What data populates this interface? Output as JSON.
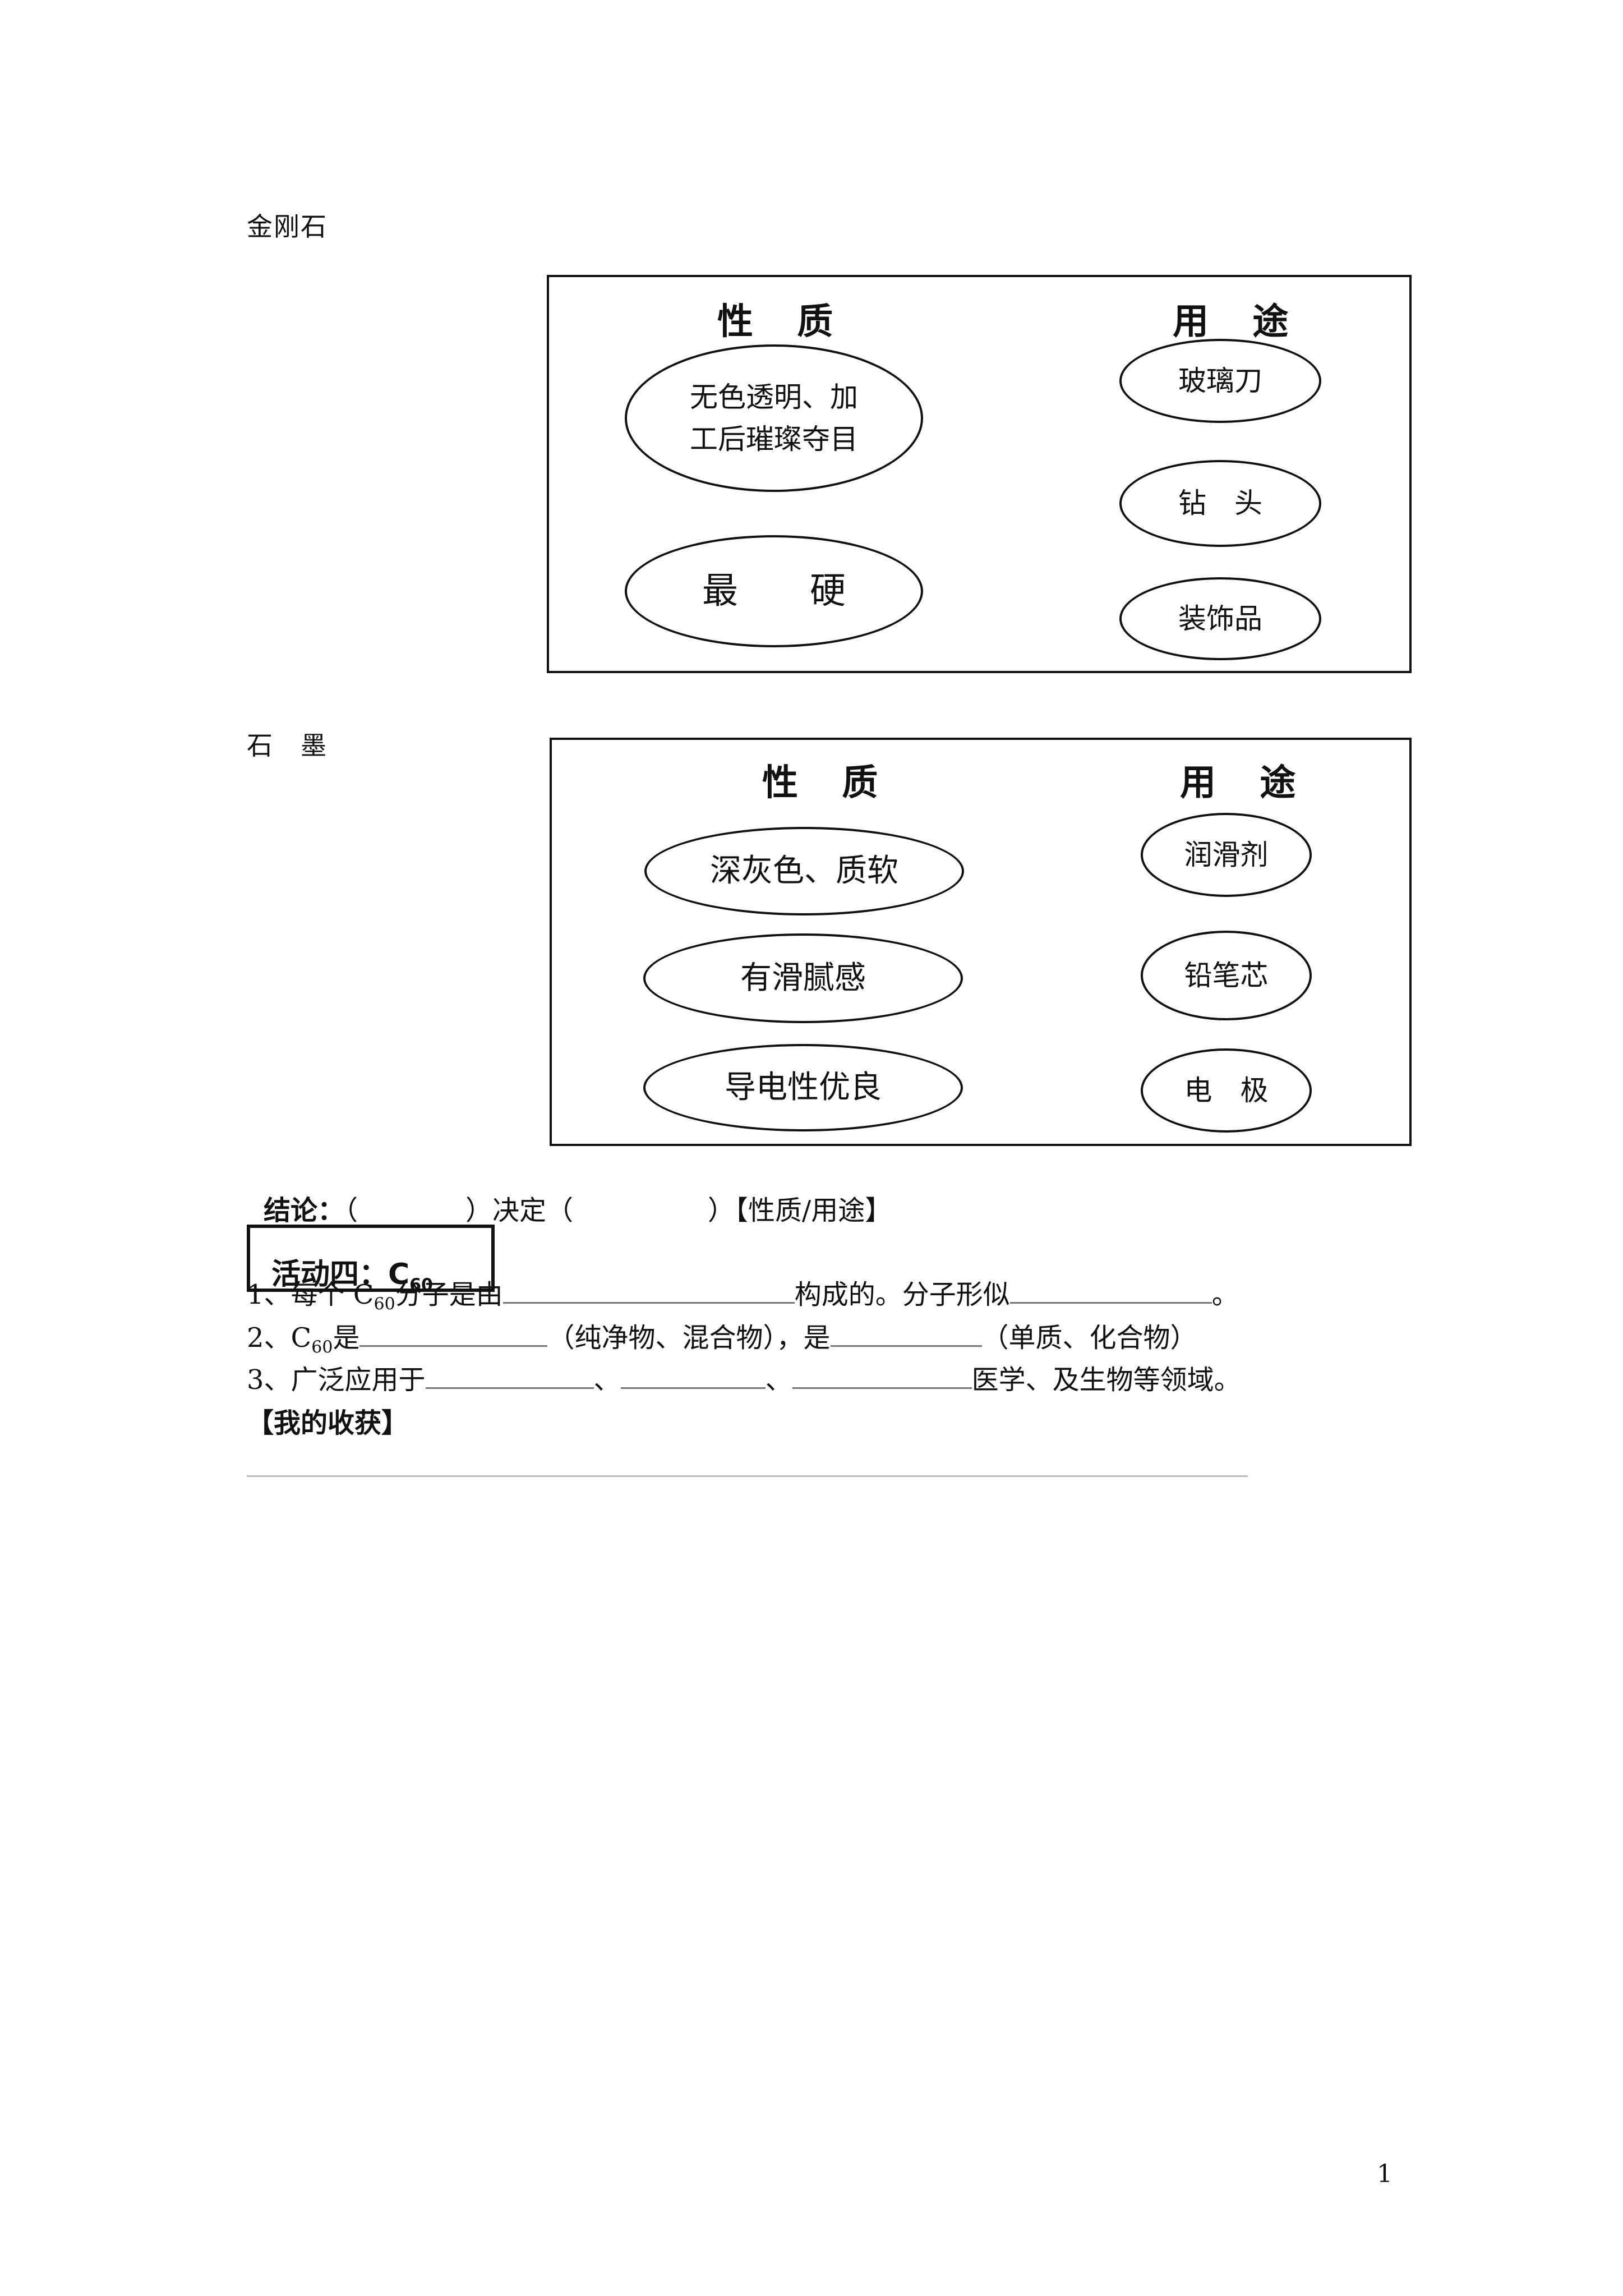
{
  "diamond": {
    "label": "金刚石",
    "col_property": "性 质",
    "col_use": "用 途",
    "properties": [
      "无色透明、加\n工后璀璨夺目",
      "最　　硬"
    ],
    "uses": [
      "玻璃刀",
      "钻　头",
      "装饰品"
    ]
  },
  "graphite": {
    "label": "石　墨",
    "col_property": "性 质",
    "col_use": "用 途",
    "properties": [
      "深灰色、质软",
      "有滑腻感",
      "导电性优良"
    ],
    "uses": [
      "润滑剂",
      "铅笔芯",
      "电　极"
    ]
  },
  "conclusion": {
    "label": "结论：",
    "text1": "（　　　　）决定（　　　　　）【性质/用途】"
  },
  "activity": {
    "title": "活动四：C",
    "title_sub": "60"
  },
  "questions": {
    "q1_a": "1、每个 C",
    "q1_sub": "60",
    "q1_b": "分子是由",
    "q1_c": "构成的。分子形似",
    "q1_d": "。",
    "q2_a": "2、C",
    "q2_sub": "60",
    "q2_b": "是",
    "q2_c": "（纯净物、混合物），是",
    "q2_d": "（单质、化合物）",
    "q3_a": "3、广泛应用于",
    "q3_sep": "、",
    "q3_d": "医学、及生物等领域。"
  },
  "harvest": {
    "label": "【我的收获】"
  },
  "page_number": "1"
}
